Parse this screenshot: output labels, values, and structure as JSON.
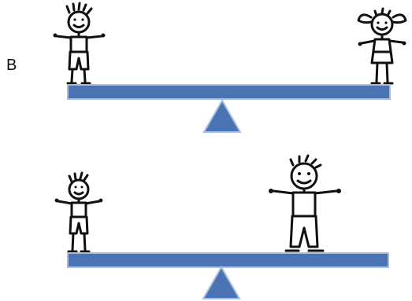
{
  "panel_label": "B",
  "colors": {
    "plank_fill": "#4a73b4",
    "plank_edge": "#a9bddc",
    "fulcrum_fill": "#4a73b4",
    "figure_stroke": "#111111"
  },
  "scenes": [
    {
      "figures": [
        {
          "type": "boy"
        },
        {
          "type": "girl"
        }
      ]
    },
    {
      "figures": [
        {
          "type": "small-boy"
        },
        {
          "type": "large-boy"
        }
      ]
    }
  ]
}
